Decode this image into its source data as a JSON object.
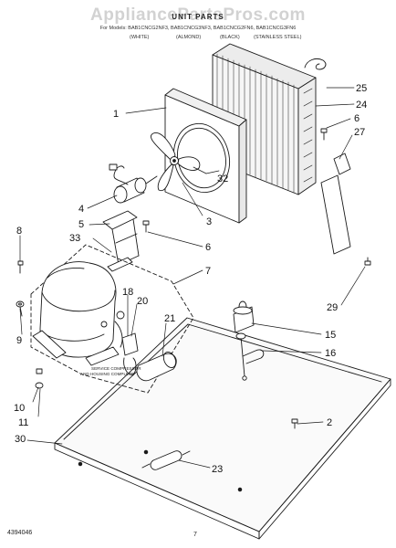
{
  "watermark": "AppliancePartsPros.com",
  "header": {
    "title": "UNIT PARTS",
    "models": "For Models: BAB1CNCG2NF3, BAB1CNCG3NF3, BAB1CNCG2FN6, BAB1CNCG3FN6",
    "colors": [
      "(WHITE)",
      "(ALMOND)",
      "(BLACK)",
      "(STAINLESS STEEL)"
    ]
  },
  "callouts": [
    "1",
    "2",
    "3",
    "4",
    "5",
    "6",
    "6",
    "7",
    "8",
    "9",
    "10",
    "11",
    "15",
    "16",
    "18",
    "20",
    "21",
    "23",
    "24",
    "25",
    "27",
    "29",
    "30",
    "32",
    "33"
  ],
  "service_note": [
    "SERVICE COMPRESSOR",
    "AND HOUSING COMPLETE"
  ],
  "footer": {
    "doc_number": "4394046",
    "page": "7"
  }
}
